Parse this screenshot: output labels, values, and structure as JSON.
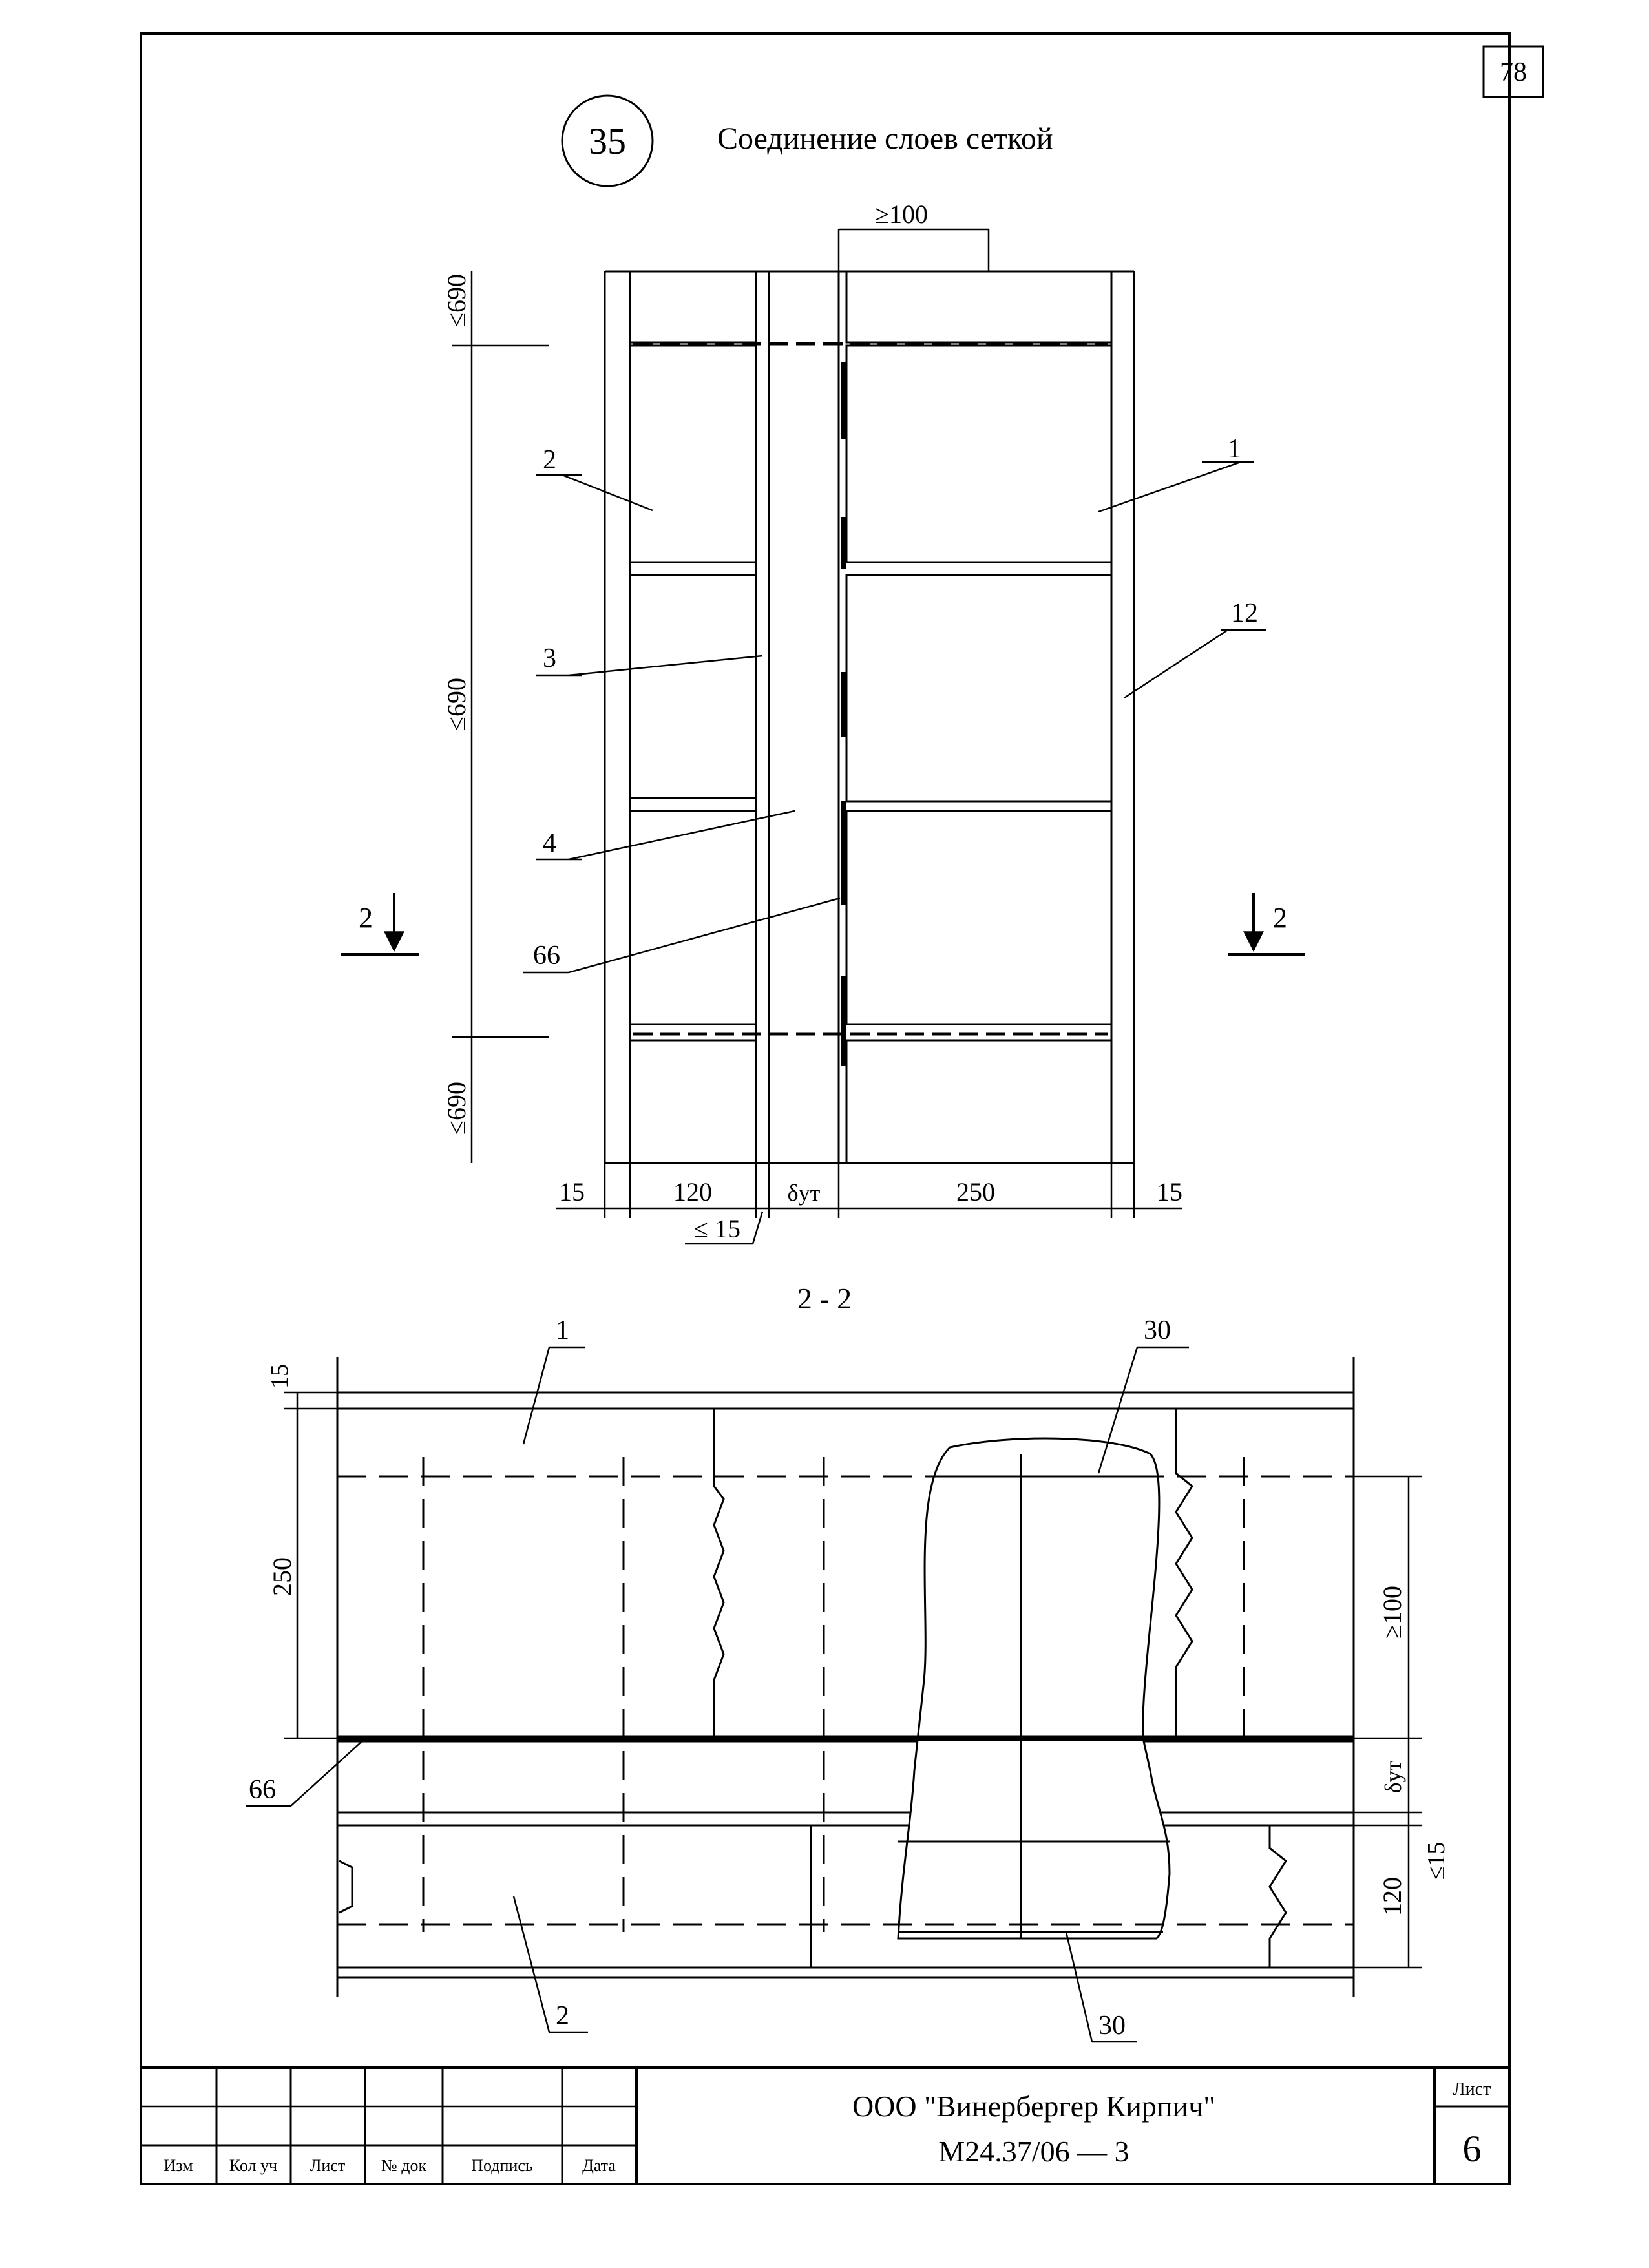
{
  "page_number": "78",
  "detail": {
    "number": "35",
    "title": "Соединение слоев сеткой"
  },
  "elevation": {
    "dim_top": "≥100",
    "dim_left_top": "≤690",
    "dim_left_mid": "≤690",
    "dim_left_bottom": "≤690",
    "callouts": {
      "c1": "1",
      "c2": "2",
      "c3": "3",
      "c4": "4",
      "c12": "12",
      "c66": "66"
    },
    "section_mark_left": "2",
    "section_mark_right": "2",
    "bottom_dims": {
      "d15_left": "15",
      "d120": "120",
      "d_ins": "δут",
      "d250": "250",
      "d15_right": "15",
      "d15_joint": "≤ 15"
    }
  },
  "section": {
    "title": "2 - 2",
    "callouts": {
      "c1": "1",
      "c2": "2",
      "c30_top": "30",
      "c30_bottom": "30",
      "c66": "66"
    },
    "dims": {
      "d15_top": "15",
      "d250": "250",
      "d100": "≥100",
      "d_ins": "δут",
      "d15_joint": "≤15",
      "d120": "120"
    }
  },
  "title_block": {
    "headers": [
      "Изм",
      "Кол уч",
      "Лист",
      "№ док",
      "Подпись",
      "Дата"
    ],
    "company": "ООО \"Винербергер Кирпич\"",
    "code": "М24.37/06  —  3",
    "sheet_label": "Лист",
    "sheet_number": "6"
  }
}
